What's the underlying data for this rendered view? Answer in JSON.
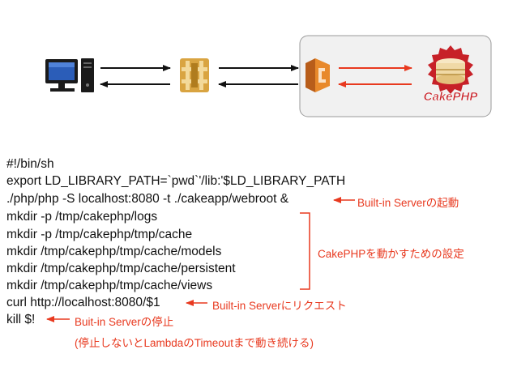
{
  "colors": {
    "annotation": "#e8391f",
    "arrow_black": "#111111",
    "api_gateway": "#d9a441",
    "lambda_orange": "#e8892b",
    "cake_red": "#c72128"
  },
  "diagram": {
    "nodes": [
      {
        "id": "client",
        "icon": "desktop-computer-icon"
      },
      {
        "id": "api-gateway",
        "icon": "aws-api-gateway-icon"
      },
      {
        "id": "lambda",
        "icon": "aws-lambda-icon"
      },
      {
        "id": "cakephp",
        "icon": "cakephp-logo-icon",
        "label": "CakePHP"
      }
    ]
  },
  "script_lines": [
    "#!/bin/sh",
    "export LD_LIBRARY_PATH=`pwd`'/lib:'$LD_LIBRARY_PATH",
    "./php/php -S localhost:8080 -t ./cakeapp/webroot &",
    "mkdir -p /tmp/cakephp/logs",
    "mkdir -p /tmp/cakephp/tmp/cache",
    "mkdir /tmp/cakephp/tmp/cache/models",
    "mkdir /tmp/cakephp/tmp/cache/persistent",
    "mkdir /tmp/cakephp/tmp/cache/views",
    "curl http://localhost:8080/$1",
    "kill $!"
  ],
  "annotations": {
    "builtin_start": "Built-in Serverの起動",
    "cakephp_setup": "CakePHPを動かすための設定",
    "request": "Built-in Serverにリクエスト",
    "stop": "Buit-in Serverの停止",
    "stop_note": "(停止しないとLambdaのTimeoutまで動き続ける)"
  }
}
